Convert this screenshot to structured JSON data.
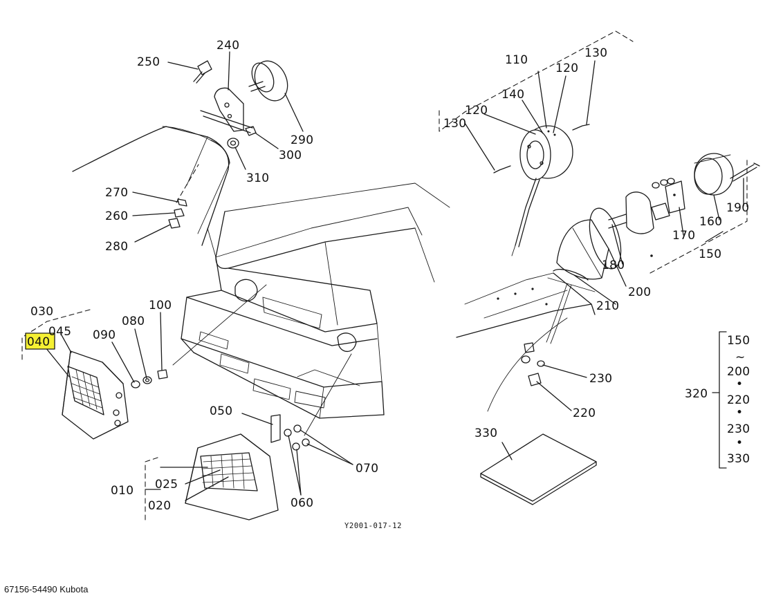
{
  "caption": "67156-54490 Kubota",
  "drawing_number": "Y2001-017-12",
  "highlight_color": "#f5f033",
  "highlighted_part": "040",
  "callouts": {
    "p250": "250",
    "p240": "240",
    "p290": "290",
    "p300": "300",
    "p310": "310",
    "p270": "270",
    "p260": "260",
    "p280": "280",
    "p030": "030",
    "p045": "045",
    "p040": "040",
    "p090": "090",
    "p080": "080",
    "p100": "100",
    "p050": "050",
    "p070": "070",
    "p060": "060",
    "p010": "010",
    "p025": "025",
    "p020": "020",
    "p110": "110",
    "p130a": "130",
    "p120a": "120",
    "p140": "140",
    "p120b": "120",
    "p130b": "130",
    "p190": "190",
    "p160": "160",
    "p170": "170",
    "p150": "150",
    "p180": "180",
    "p200": "200",
    "p210": "210",
    "p230": "230",
    "p220": "220",
    "p330": "330",
    "p320": "320"
  },
  "set_320": {
    "items": [
      "150",
      "~",
      "200",
      "•",
      "220",
      "•",
      "230",
      "•",
      "330"
    ]
  }
}
